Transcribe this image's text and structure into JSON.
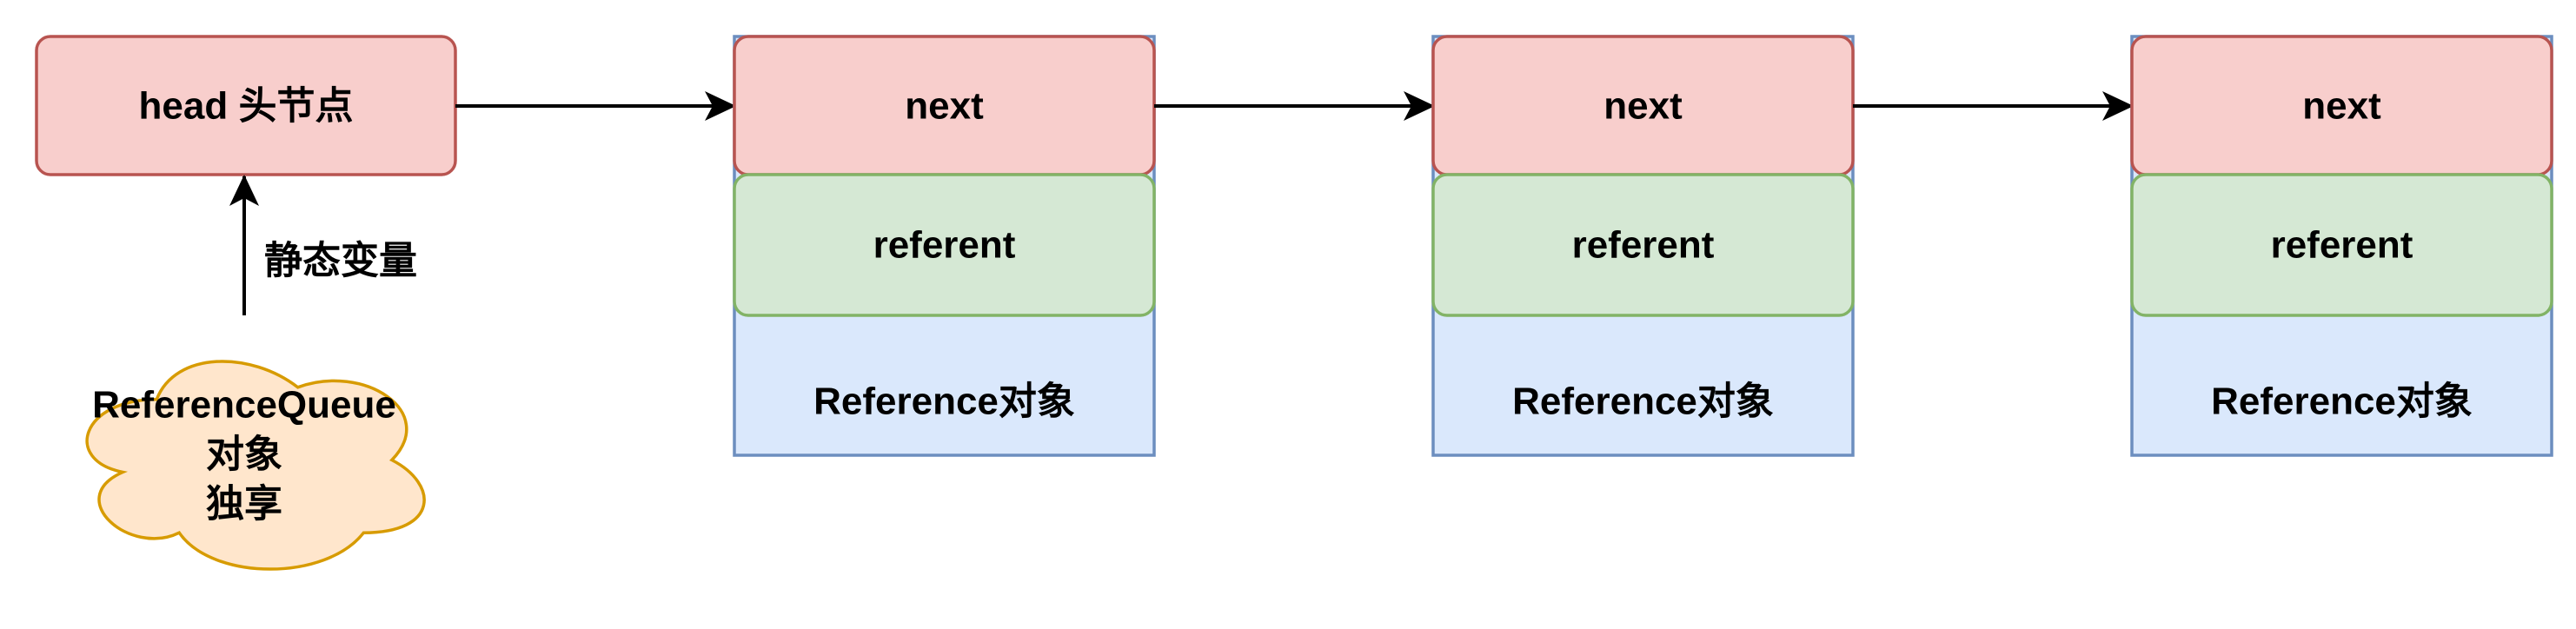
{
  "head": {
    "label": "head 头节点"
  },
  "nodes": [
    {
      "next": "next",
      "referent": "referent",
      "type": "Reference对象"
    },
    {
      "next": "next",
      "referent": "referent",
      "type": "Reference对象"
    },
    {
      "next": "next",
      "referent": "referent",
      "type": "Reference对象"
    }
  ],
  "queue": {
    "lines": [
      "ReferenceQueue",
      "对象",
      "独享"
    ]
  },
  "edge_label": "静态变量",
  "colors": {
    "red_fill": "#f8cecc",
    "red_stroke": "#b85450",
    "green_fill": "#d5e8d4",
    "green_stroke": "#82b366",
    "blue_fill": "#dae8fc",
    "blue_stroke": "#6c8ebf",
    "orange_fill": "#ffe6cc",
    "orange_stroke": "#d79b00"
  }
}
